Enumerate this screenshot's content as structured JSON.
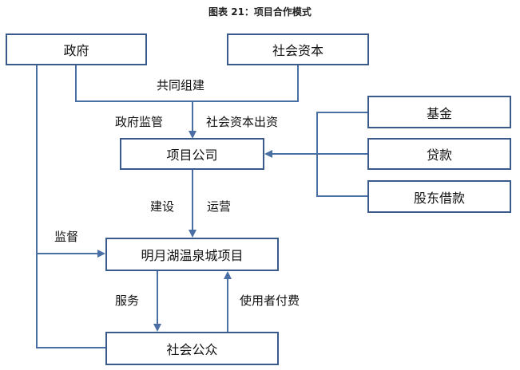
{
  "title": "图表 21：项目合作模式",
  "nodes": {
    "government": "政府",
    "social_capital": "社会资本",
    "fund": "基金",
    "loan": "贷款",
    "shareholder_loan": "股东借款",
    "project_company": "项目公司",
    "project": "明月湖温泉城项目",
    "public": "社会公众"
  },
  "edge_labels": {
    "co_build": "共同组建",
    "gov_supervise": "政府监管",
    "capital_invest": "社会资本出资",
    "construct": "建设",
    "operate": "运营",
    "supervise": "监督",
    "service": "服务",
    "user_pay": "使用者付费"
  },
  "colors": {
    "box_border": "#3a5a8c",
    "arrow": "#4a6fa5"
  }
}
